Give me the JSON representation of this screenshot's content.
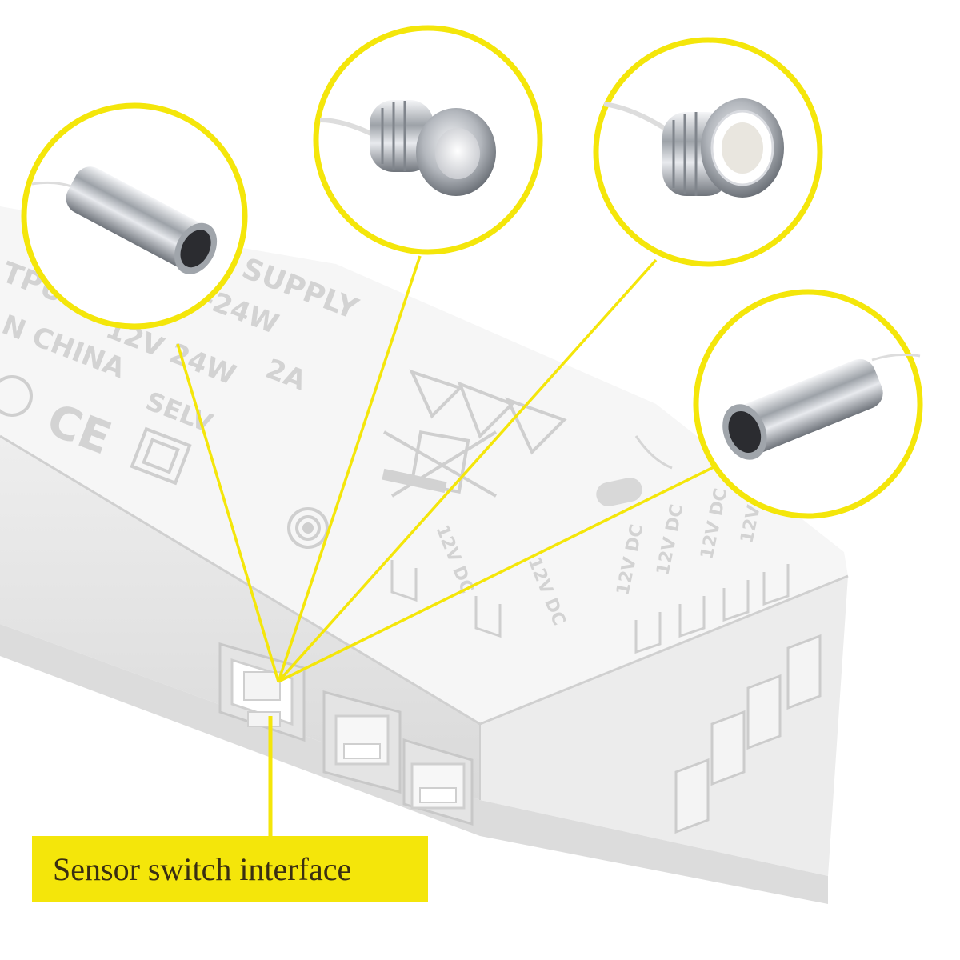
{
  "label": {
    "caption": "Sensor switch interface"
  },
  "housing": {
    "line1": "SUPPLY",
    "line2": "TPUT:",
    "line3": "-24W",
    "line4": "12V 24W",
    "line5": "2A",
    "line6": "N CHINA",
    "line7": "SELV",
    "ce_mark": "CE",
    "port_label": "12V DC"
  },
  "colors": {
    "accent": "#f4e60a",
    "housing": "#f2f2f2",
    "metal": "#b8bcc2"
  },
  "icons": {
    "callouts": [
      "cylinder-sensor-icon",
      "pir-motion-sensor-icon",
      "touch-dimmer-sensor-icon",
      "cylinder-sensor-icon"
    ]
  }
}
